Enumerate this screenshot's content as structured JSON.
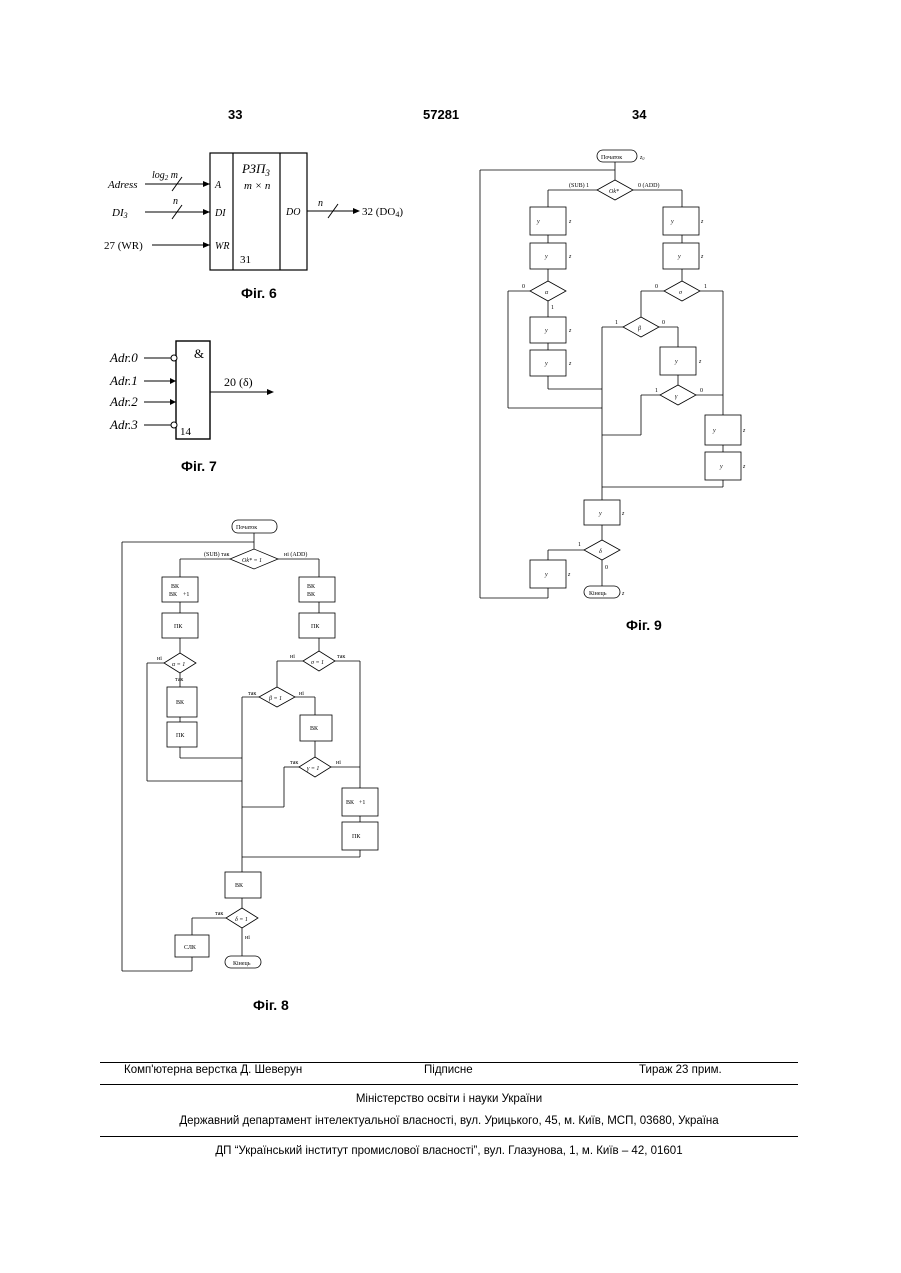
{
  "header": {
    "left_page": "33",
    "patent_number": "57281",
    "right_page": "34"
  },
  "fig6": {
    "caption": "Фіг. 6",
    "block_name": "РЗП",
    "block_name_sub": "3",
    "block_size": "m × n",
    "block_number": "31",
    "in_adress": "Adress",
    "in_adress_width": "log",
    "in_adress_width_sub": "2",
    "in_adress_width_var": " m",
    "in_di": "DI",
    "in_di_sub": "3",
    "in_di_width": "n",
    "in_wr": "27 (WR)",
    "pin_a": "A",
    "pin_di": "DI",
    "pin_wr": "WR",
    "pin_do": "DO",
    "out_width": "n",
    "out_label": "32 (DO",
    "out_label_sub": "4",
    "out_label_end": ")"
  },
  "fig7": {
    "caption": "Фіг. 7",
    "symbol": "&",
    "inputs": [
      "Adr.0",
      "Adr.1",
      "Adr.2",
      "Adr.3"
    ],
    "block_number": "14",
    "out_label": "20 (δ)"
  },
  "fig8": {
    "caption": "Фіг. 8",
    "start": "Початок",
    "end": "Кінець",
    "cond_main": "Ok* = 1",
    "cond_main_yes": "(SUB) так",
    "cond_main_no": "ні (ADD)",
    "box_l1": "ВК",
    "box_l1b": "ВК",
    "box_l1c": " +1",
    "box_r1": "ВК",
    "box_r1b": "ВК",
    "box_l2": "ПК",
    "box_r2": "ПК",
    "cond_alpha": "α = 1",
    "cond_alpha_yes": "так",
    "cond_alpha_no": "ні",
    "cond_sigma": "σ = 1",
    "cond_sigma_yes": "так",
    "cond_sigma_no": "ні",
    "box_l3": "ВК",
    "box_l4": "ПК",
    "cond_beta": "β = 1",
    "cond_beta_yes": "так",
    "cond_beta_no": "ні",
    "box_m3": "ВК",
    "cond_gamma": "γ = 1",
    "cond_gamma_yes": "так",
    "cond_gamma_no": "ні",
    "box_r3": "ВК",
    "box_r3b": " +1",
    "box_r4": "ПК",
    "box_bottom": "ВК",
    "cond_delta": "δ = 1",
    "cond_delta_yes": "так",
    "cond_delta_no": "ні",
    "box_count": "СЛК"
  },
  "fig9": {
    "caption": "Фіг. 9",
    "start": "Початок",
    "start_state": "z",
    "start_state_sub": "0",
    "end": "Кінець",
    "end_state": "z",
    "cond_main": "Ok*",
    "cond_main_yes": "(SUB) 1",
    "cond_main_no": "0 (ADD)",
    "cond_alpha": "α",
    "cond_sigma": "σ",
    "cond_beta": "β",
    "cond_gamma": "γ",
    "cond_delta": "δ",
    "label_one": "1",
    "label_zero": "0",
    "box_y": "y",
    "box_z": "z"
  },
  "footer": {
    "typesetter": "Комп'ютерна верстка Д. Шеверун",
    "signed": "Підписне",
    "circulation": "Тираж 23 прим.",
    "ministry": "Міністерство освіти і науки України",
    "department": "Державний департамент інтелектуальної власності, вул. Урицького, 45, м. Київ, МСП, 03680, Україна",
    "institute": "ДП “Український інститут промислової власності”, вул. Глазунова, 1, м. Київ – 42, 01601"
  }
}
